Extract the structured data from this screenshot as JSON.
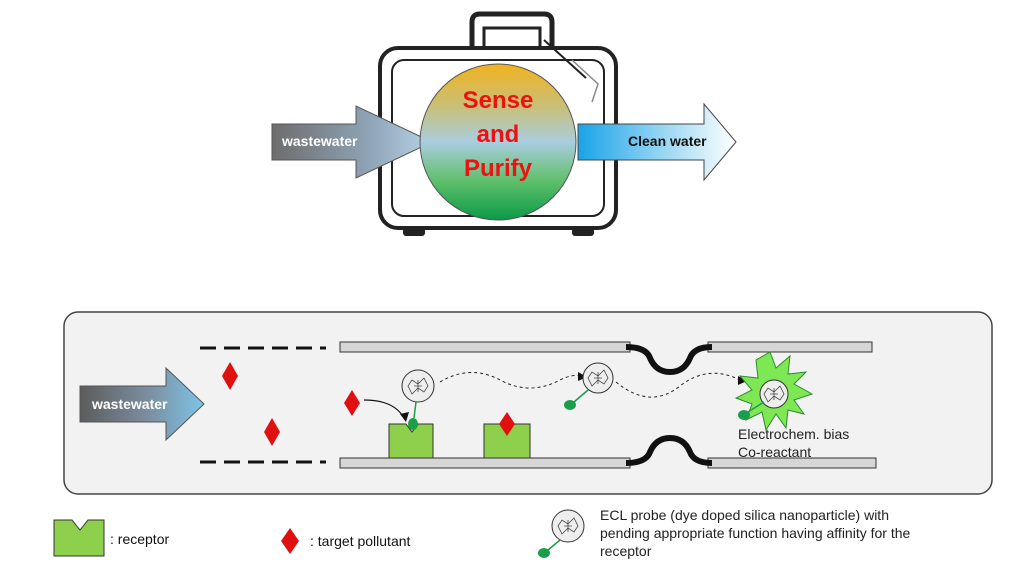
{
  "top": {
    "input_label": "wastewater",
    "center_lines": [
      "Sense",
      "and",
      "Purify"
    ],
    "output_label": "Clean water"
  },
  "panel": {
    "input_label": "wastewater",
    "conditions": [
      "Electrochem. bias",
      "Co-reactant"
    ]
  },
  "legend": {
    "receptor": ": receptor",
    "pollutant": ": target pollutant",
    "probe_lines": [
      "ECL probe (dye doped silica nanoparticle) with",
      "pending appropriate function having affinity for the",
      "receptor"
    ]
  },
  "colors": {
    "receptor_green": "#8ed04c",
    "pollutant_red": "#e01010",
    "tail_green": "#1a9e4a",
    "panel_bg": "#f2f2f2",
    "pipe_gray": "#d6d6d6",
    "title_red": "#ee1111"
  }
}
